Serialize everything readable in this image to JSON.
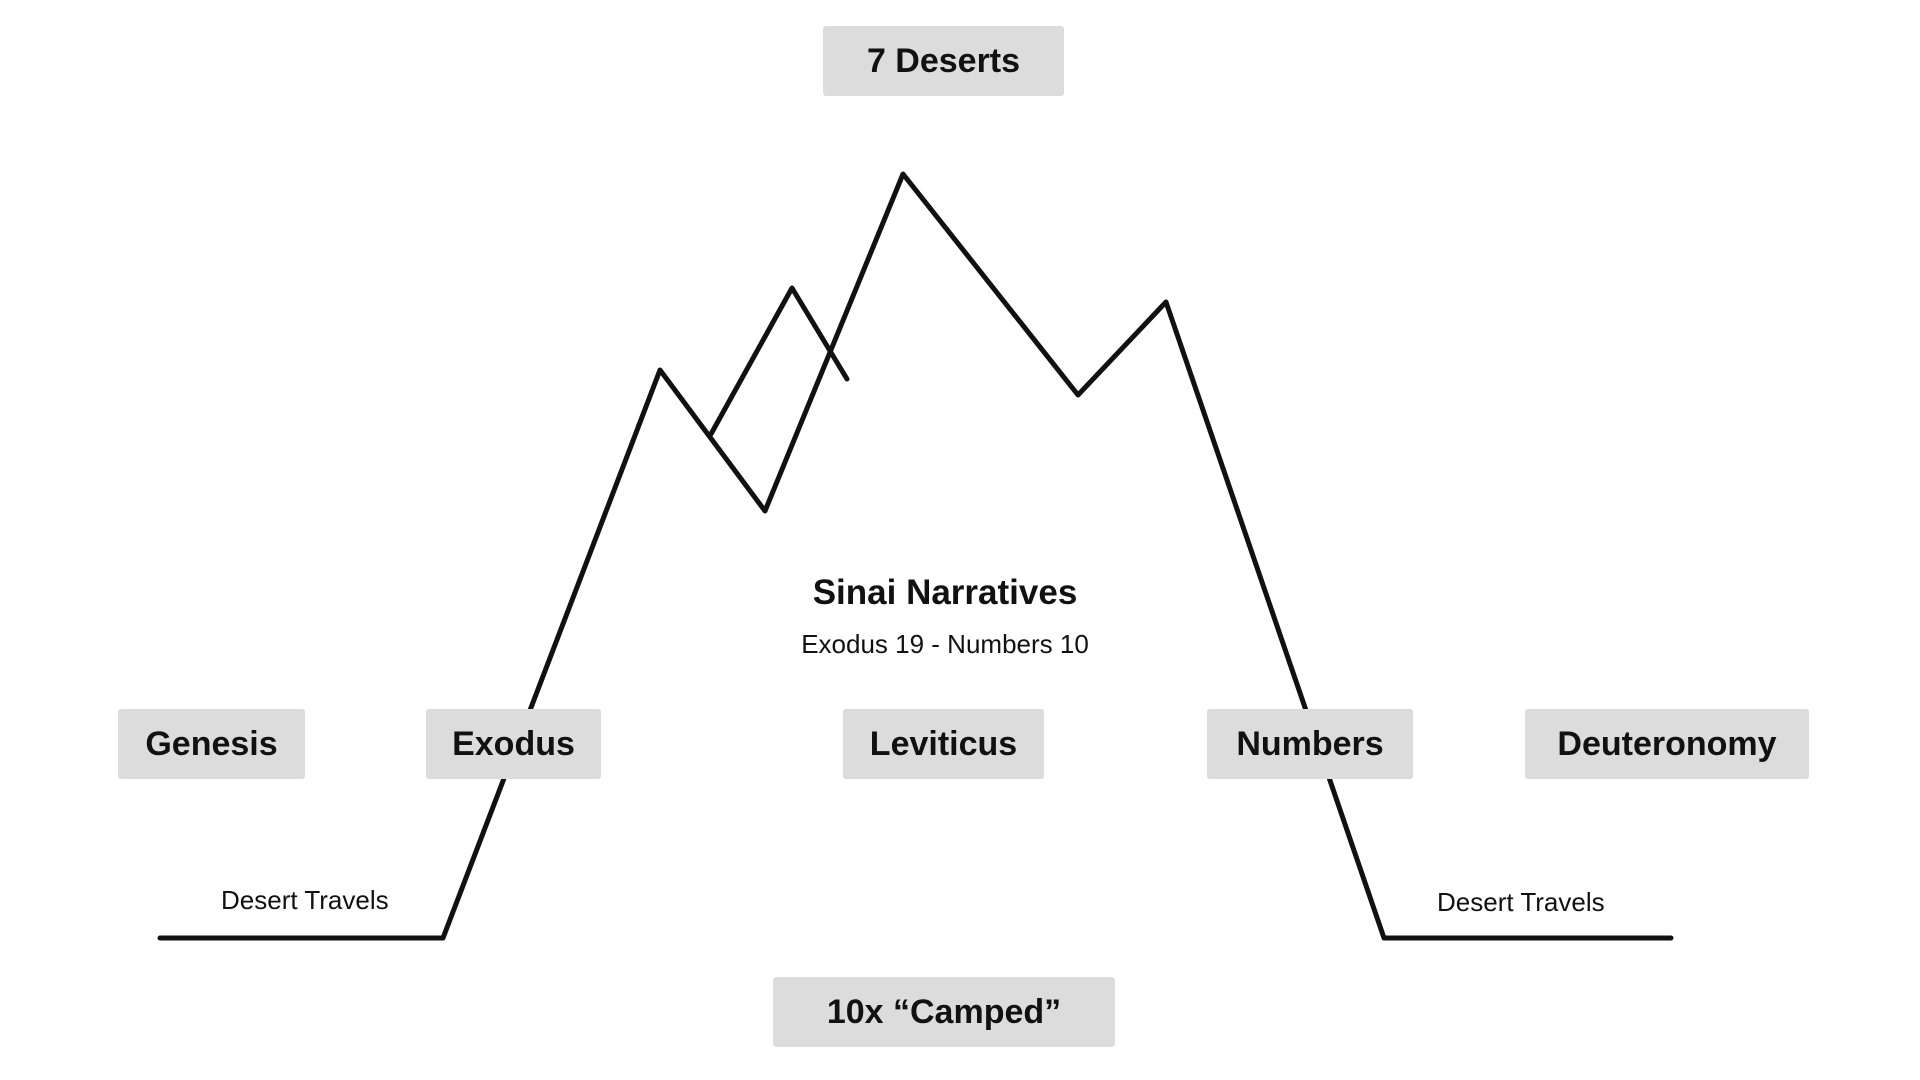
{
  "top_label": "7 Deserts",
  "bottom_label": "10x “Camped”",
  "center": {
    "title": "Sinai Narratives",
    "subtitle": "Exodus 19 - Numbers 10"
  },
  "books": [
    "Genesis",
    "Exodus",
    "Leviticus",
    "Numbers",
    "Deuteronomy"
  ],
  "travel_labels": {
    "left": "Desert Travels",
    "right": "Desert Travels"
  },
  "colors": {
    "box_fill": "#dcdcdc",
    "line": "#111111",
    "background": "#ffffff"
  }
}
